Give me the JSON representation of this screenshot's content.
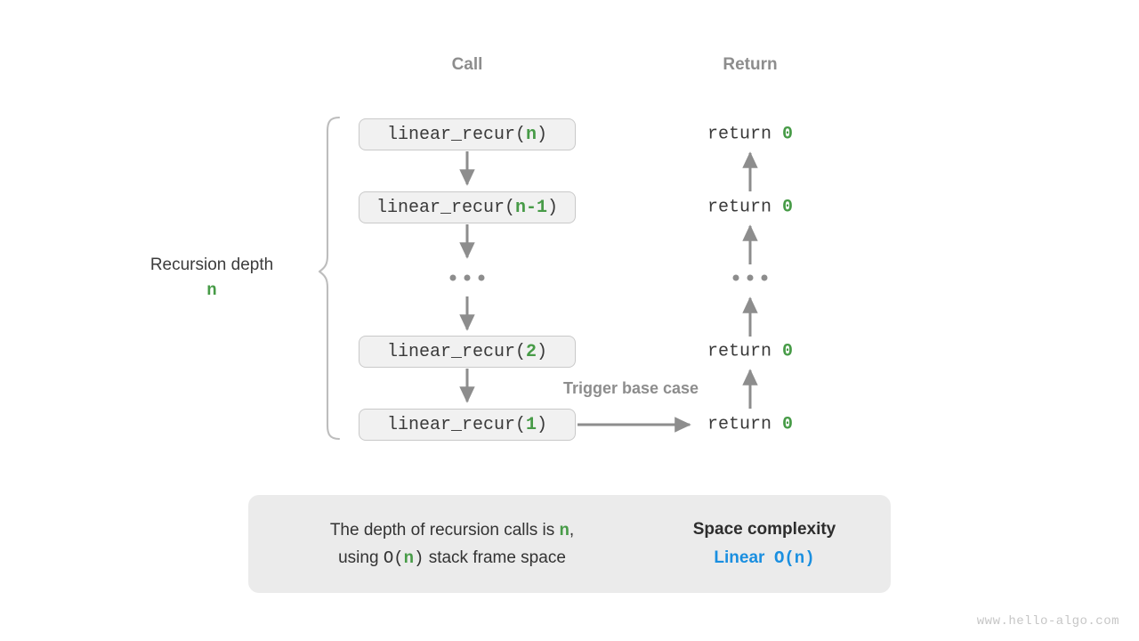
{
  "headers": {
    "call": "Call",
    "return": "Return"
  },
  "colors": {
    "green": "#479b47",
    "blue": "#1a8fe0",
    "gray_text": "#8d8d8d",
    "box_fill": "#f1f1f1",
    "box_border": "#c9c9c9",
    "panel_fill": "#ebebeb",
    "arrow": "#8d8d8d"
  },
  "call_stack": [
    {
      "kind": "box",
      "prefix": "linear_recur(",
      "arg": "n",
      "suffix": ")"
    },
    {
      "kind": "box",
      "prefix": "linear_recur(",
      "arg": "n-1",
      "suffix": ")"
    },
    {
      "kind": "dots",
      "label": "..."
    },
    {
      "kind": "box",
      "prefix": "linear_recur(",
      "arg": "2",
      "suffix": ")"
    },
    {
      "kind": "box",
      "prefix": "linear_recur(",
      "arg": "1",
      "suffix": ")"
    }
  ],
  "return_stack": [
    {
      "kind": "text",
      "prefix": "return ",
      "value": "0"
    },
    {
      "kind": "text",
      "prefix": "return ",
      "value": "0"
    },
    {
      "kind": "dots",
      "label": "..."
    },
    {
      "kind": "text",
      "prefix": "return ",
      "value": "0"
    },
    {
      "kind": "text",
      "prefix": "return ",
      "value": "0"
    }
  ],
  "depth_annotation": {
    "title": "Recursion depth",
    "value": "n"
  },
  "trigger_note": "Trigger base case",
  "summary": {
    "line1_pre": "The depth of recursion calls is ",
    "line1_var": "n",
    "line1_post": ",",
    "line2_pre": "using ",
    "line2_open": "O(",
    "line2_var": "n",
    "line2_close": ")",
    "line2_post": " stack frame space",
    "complexity_title": "Space complexity",
    "complexity_name": "Linear",
    "complexity_notation": "O(n)"
  },
  "watermark": "www.hello-algo.com"
}
